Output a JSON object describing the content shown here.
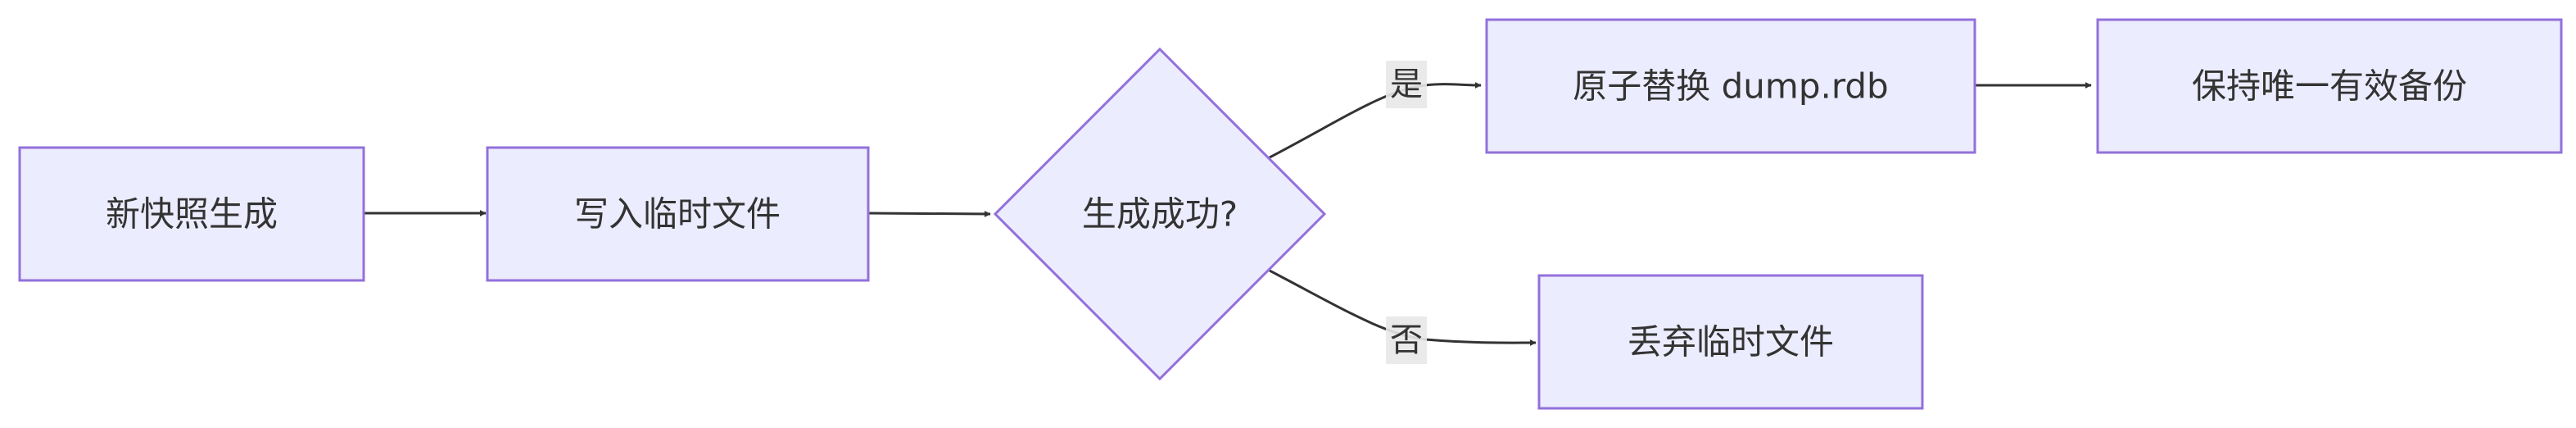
{
  "diagram": {
    "type": "flowchart",
    "direction": "left-to-right",
    "nodes": [
      {
        "id": "new_snapshot",
        "label": "新快照生成",
        "shape": "rect"
      },
      {
        "id": "write_temp",
        "label": "写入临时文件",
        "shape": "rect"
      },
      {
        "id": "success",
        "label": "生成成功?",
        "shape": "diamond"
      },
      {
        "id": "atomic_replace",
        "label": "原子替换 dump.rdb",
        "shape": "rect"
      },
      {
        "id": "keep_backup",
        "label": "保持唯一有效备份",
        "shape": "rect"
      },
      {
        "id": "discard_temp",
        "label": "丢弃临时文件",
        "shape": "rect"
      }
    ],
    "edges": [
      {
        "from": "new_snapshot",
        "to": "write_temp",
        "label": ""
      },
      {
        "from": "write_temp",
        "to": "success",
        "label": ""
      },
      {
        "from": "success",
        "to": "atomic_replace",
        "label": "是"
      },
      {
        "from": "atomic_replace",
        "to": "keep_backup",
        "label": ""
      },
      {
        "from": "success",
        "to": "discard_temp",
        "label": "否"
      }
    ],
    "colors": {
      "node_fill": "#ececff",
      "node_stroke": "#9370db",
      "edge": "#333333",
      "label_bg": "#e8e8e8",
      "text": "#333333"
    }
  }
}
